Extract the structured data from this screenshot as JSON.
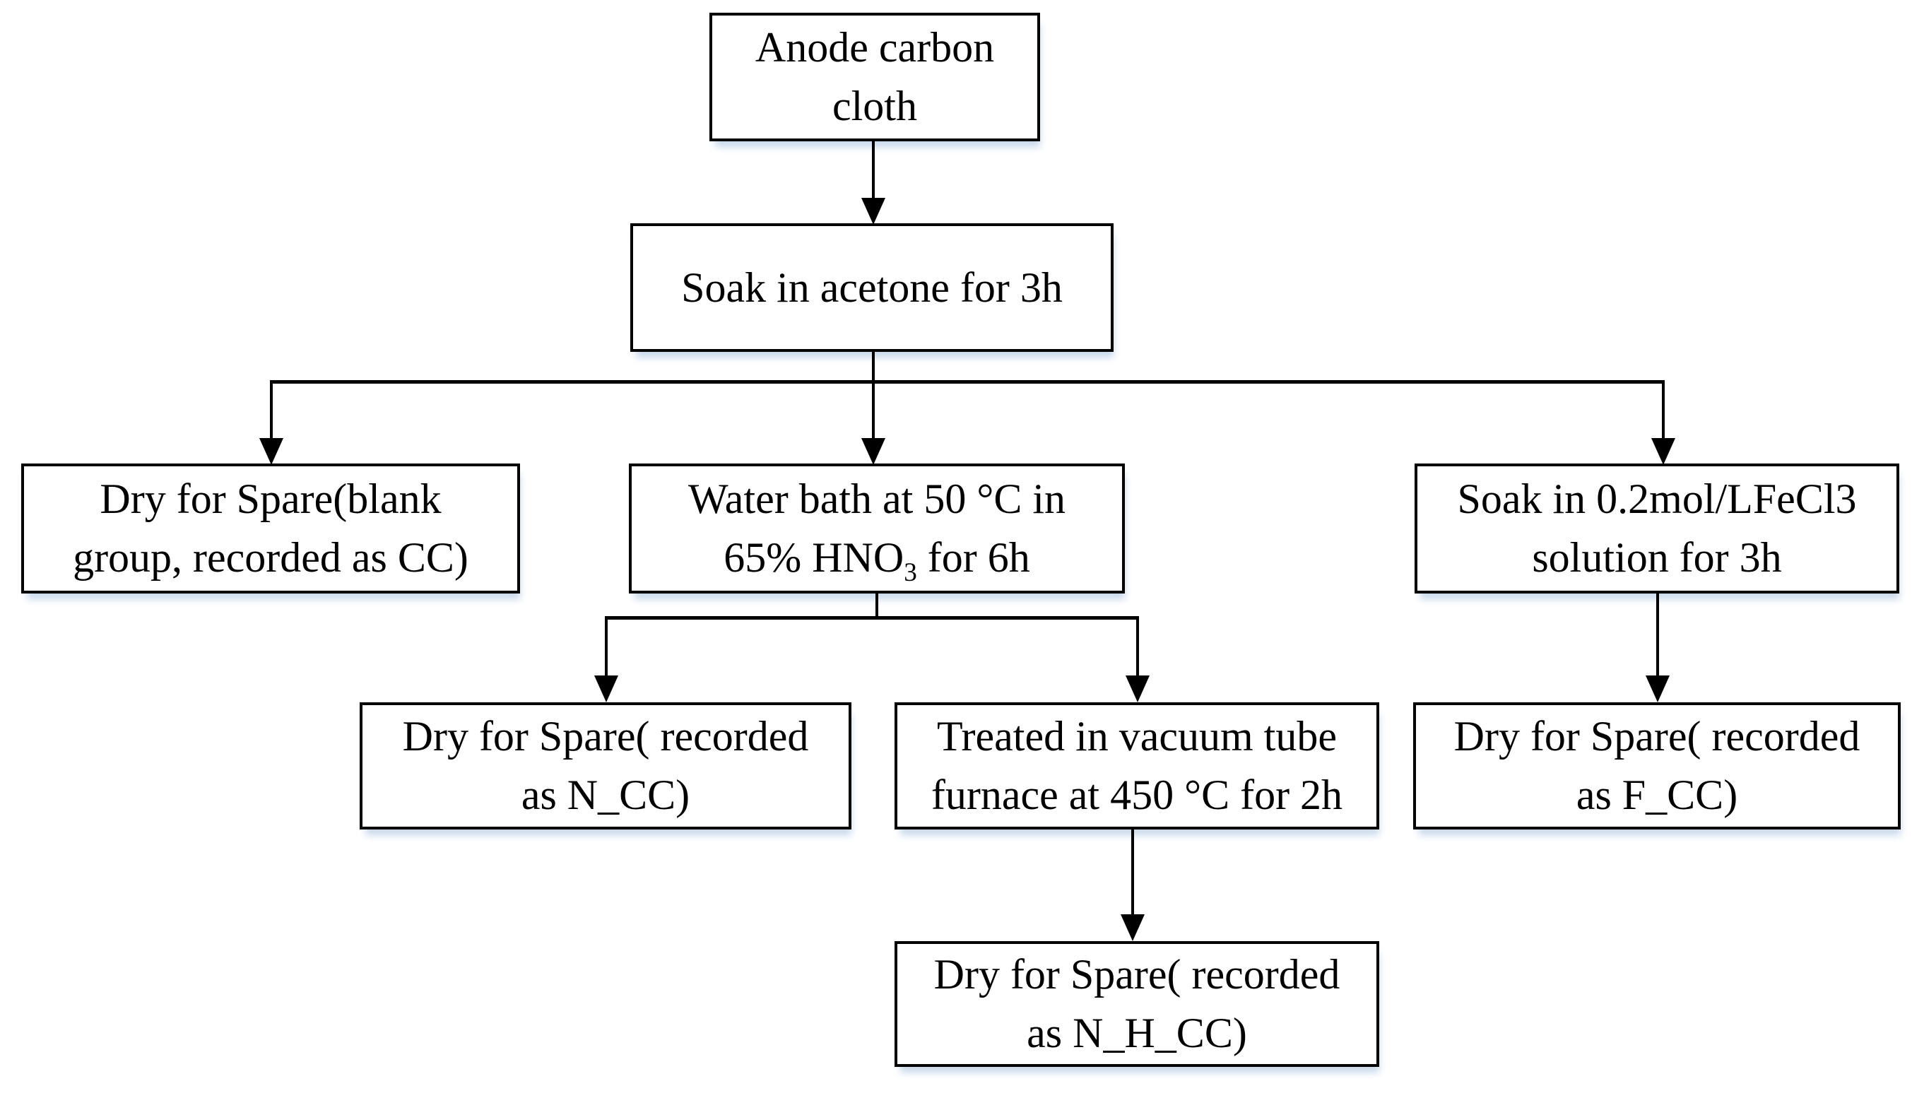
{
  "theme": {
    "bg": "#ffffff",
    "line": "#000000",
    "fill": "#ffffff",
    "text": "#000000",
    "shadow": "#c8d8ec"
  },
  "nodes": {
    "anode": {
      "lines": [
        "Anode carbon",
        "cloth"
      ]
    },
    "acetone": {
      "lines": [
        "Soak in acetone for 3h"
      ]
    },
    "dry_cc": {
      "lines": [
        "Dry for Spare(blank",
        "group, recorded as CC)"
      ]
    },
    "water_bath": {
      "line1": "Water bath at 50 °C in",
      "formula_prefix": "65% HNO",
      "formula_sub": "3",
      "line2_suffix": " for 6h"
    },
    "soak_fecl3": {
      "lines": [
        "Soak in 0.2mol/LFeCl3",
        "solution for 3h"
      ]
    },
    "dry_n_cc": {
      "lines": [
        "Dry for Spare( recorded",
        "as N_CC)"
      ]
    },
    "furnace": {
      "lines": [
        "Treated in vacuum tube",
        "furnace at 450 °C for 2h"
      ]
    },
    "dry_f_cc": {
      "lines": [
        "Dry for Spare( recorded",
        "as F_CC)"
      ]
    },
    "dry_n_h_cc": {
      "lines": [
        "Dry for Spare( recorded",
        "as N_H_CC)"
      ]
    }
  },
  "edges": [
    {
      "from": "anode",
      "to": "acetone"
    },
    {
      "from": "acetone",
      "to": "dry_cc"
    },
    {
      "from": "acetone",
      "to": "water_bath"
    },
    {
      "from": "acetone",
      "to": "soak_fecl3"
    },
    {
      "from": "water_bath",
      "to": "dry_n_cc"
    },
    {
      "from": "water_bath",
      "to": "furnace"
    },
    {
      "from": "furnace",
      "to": "dry_n_h_cc"
    },
    {
      "from": "soak_fecl3",
      "to": "dry_f_cc"
    }
  ]
}
